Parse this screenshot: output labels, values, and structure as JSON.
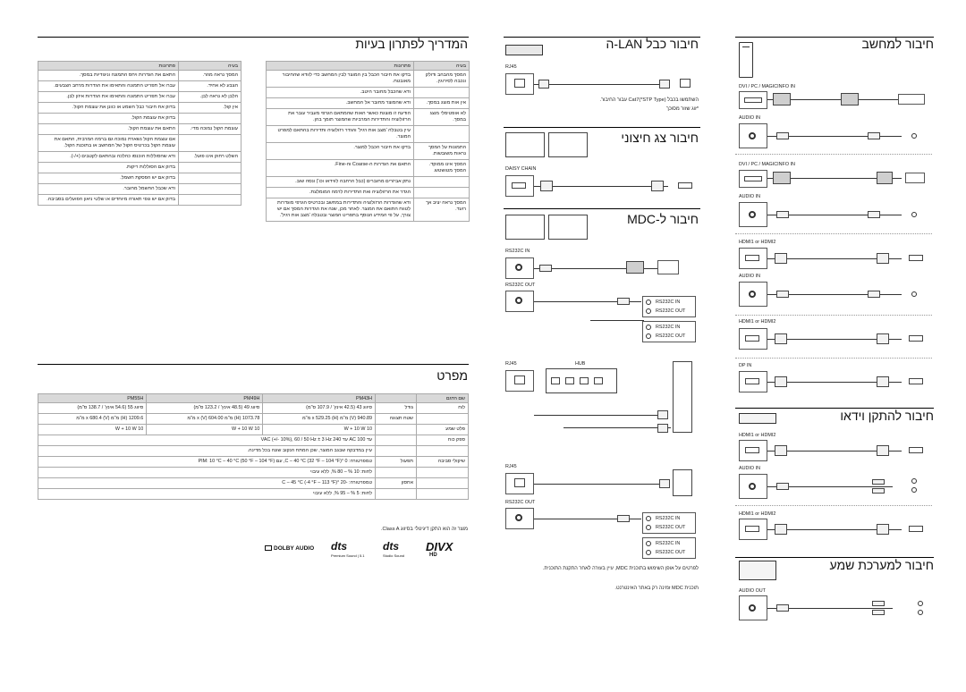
{
  "sections": {
    "pc": "חיבור למחשב",
    "lan": "חיבור כבל LAN-ה",
    "daisy": "חיבור צג חיצוני",
    "mdc": "חיבור ל-MDC",
    "video": "חיבור להתקן וידאו",
    "audio": "חיבור למערכת שמע",
    "troubleshoot": "המדריך לפתרון בעיות",
    "specs": "מפרט"
  },
  "labels": {
    "rj45": "RJ45",
    "hub": "HUB",
    "daisy_chain": "DAISY CHAIN",
    "dvi_in": "DVI / PC / MAGICINFO IN",
    "audio_in": "AUDIO IN",
    "hdmi1_hdmi2": "HDMI1 or HDMI2",
    "dp_in": "DP IN",
    "audio_out": "AUDIO OUT",
    "rs232c_in": "RS232C IN",
    "rs232c_out": "RS232C OUT"
  },
  "lan_notes": [
    "השתמשו בכבל Cat7(*STP Type) עבור החיבור.",
    "*זוג שזור מסוכך"
  ],
  "mdc_notes": [
    "לפרטים על אופן השימוש בתוכנית MDC, עיין בעזרה לאחר התקנת התוכנית.",
    "תוכנית MDC זמינה רק באתר האינטרנט."
  ],
  "troubleshoot_left": {
    "headers": [
      "בעיה",
      "פתרונות"
    ],
    "rows": [
      [
        "המסך מהבהב ודולק ונכבה לסירוגין.",
        "בדקו את חיבור הכבל בין המוצר לבין המחשב כדי לוודא שהחיבור מאובטח."
      ],
      [
        "",
        "ודא שהכבל מחובר היטב."
      ],
      [
        "אין אות מוצג במסך.",
        "ודא שהמוצר מחובר אל המחשב."
      ],
      [
        "לא אופטימלי מוצג במסך.",
        "הודעה זו מוצגת כאשר האות שהמתאם הגרפי מעביר עובר את הרזולוציה והתדירות המרביות שהמוצר תומך בהן."
      ],
      [
        "",
        "עיין בטבלה 'מצב אות רגיל' והגדר רזולוציה ותדירות בהתאם למפרט המוצר."
      ],
      [
        "התמונות על המסך נראות משובשות.",
        "בדקו את חיבור הכבל למוצר."
      ],
      [
        "המסך אינו ממוקד. המסך מטושטש.",
        "התאם את הגדרות ה-Coarse וה-Fine."
      ],
      [
        "",
        "נתק אביזרים מחוברים (כבל הרחבה לווידאו וכו') ונסה שוב."
      ],
      [
        "",
        "הגדר את הרזולוציה ואת התדירות לרמה המומלצת."
      ],
      [
        "המסך נראה יציב אך רועד.",
        "ודא שהגדרות הרזולוציה והתדירות במחשב ובכרטיס הגרפי מוגדרות לטווח התואם את המוצר. לאחר מכן, שנה את הגדרות המסך אם יש צורך, על פי המידע הנוסף בתפריט המוצר ובטבלה 'מצב אות רגיל'."
      ]
    ]
  },
  "troubleshoot_right": {
    "headers": [
      "בעיה",
      "פתרונות"
    ],
    "rows": [
      [
        "המסך נראה מוזר.",
        "התאם את הגדרות ויחס התמונה וניגודיות במסך."
      ],
      [
        "הצבע לא אחיד.",
        "עברו אל תפריט התמונה והתאימו את הגדרות מרחב הצבעים."
      ],
      [
        "הלבן לא נראה לבן.",
        "עברו אל תפריט התמונה והתאימו את הגדרות איזון לבן."
      ],
      [
        "אין קול.",
        "בדוק את חיבור כבל השמע או כוונן את עוצמת הקול."
      ],
      [
        "",
        "בדוק את עוצמת הקול."
      ],
      [
        "עוצמת הקול נמוכה מדי.",
        "התאם את עוצמת הקול."
      ],
      [
        "",
        "אם עוצמת הקול נשארת נמוכה גם ברמה המרבית, התאם את עוצמת הקול בכרטיס הקול של המחשב או בתוכנת הקול."
      ],
      [
        "השלט רחוק אינו פועל.",
        "ודא שהסוללות הוכנסו כהלכה ובהתאם לקטבים (+/-)."
      ],
      [
        "",
        "בדוק אם הסוללות ריקות."
      ],
      [
        "",
        "בדוק אם יש הפסקת חשמל."
      ],
      [
        "",
        "ודא שכבל החשמל מחובר."
      ],
      [
        "",
        "בדוק אם יש גופי תאורה מיוחדים או שלטי ניאון הפועלים בסביבה."
      ]
    ]
  },
  "specs": {
    "headers": [
      "שם הדגם",
      "",
      "PM43H",
      "PM49H",
      "PM55H"
    ],
    "rows": [
      [
        "לוח",
        "גודל",
        "סיווג 43 (42.5 אינץ' / 107.9 ס\"מ)",
        "סיווג 49 (48.5 אינץ' / 123.2 ס\"מ)",
        "סיווג 55 (54.6 אינץ' / 138.7 ס\"מ)"
      ],
      [
        "",
        "שטח תצוגה",
        "940.89 (V) מ\"מ x 529.25 (H) מ\"מ",
        "1073.78 (H) מ\"מ x (V) 604.00 מ\"מ",
        "1209.6 (H) מ\"מ x 680.4 (V) מ\"מ"
      ],
      [
        "פלט שמע",
        "",
        "10 W + 10 W",
        "10 W + 10 W",
        "10 W + 10 W"
      ],
      [
        "ספק כוח",
        "",
        "עד AC 100 עד 240 VAC (+/- 10%), 60 / 50 Hz ± 3 Hz",
        "",
        ""
      ],
      [
        "",
        "",
        "עיין במדבקה שבגב המוצר, שכן המתח הנקוב שונה בכל מדינה.",
        "",
        ""
      ],
      [
        "שיקולי סביבה",
        "תפעול",
        "טמפרטורה: 0 °C – 40 °C (32 °F – 104 °F), עם PIM: 10 °C – 40 °C (50 °F – 104 °F)",
        "",
        ""
      ],
      [
        "",
        "",
        "לחות: 10 % – 80 %, ללא עיבוי",
        "",
        ""
      ],
      [
        "",
        "אחסון",
        "טמפרטורה: -20 °C – 45 °C (-4 °F – 113 °F)",
        "",
        ""
      ],
      [
        "",
        "",
        "לחות: 5 % – 95 %, ללא עיבוי",
        "",
        ""
      ]
    ]
  },
  "spec_note": "מוצר זה הוא התקן דיגיטלי בסיווג Class A.",
  "logos": {
    "divx": "DIVX",
    "divx_sub": "HD",
    "dts1": "dts",
    "dts1_sub": "Studio Sound",
    "dts2": "dts",
    "dts2_sub": "Premium Sound | 5.1",
    "dolby": "DOLBY AUDIO"
  }
}
